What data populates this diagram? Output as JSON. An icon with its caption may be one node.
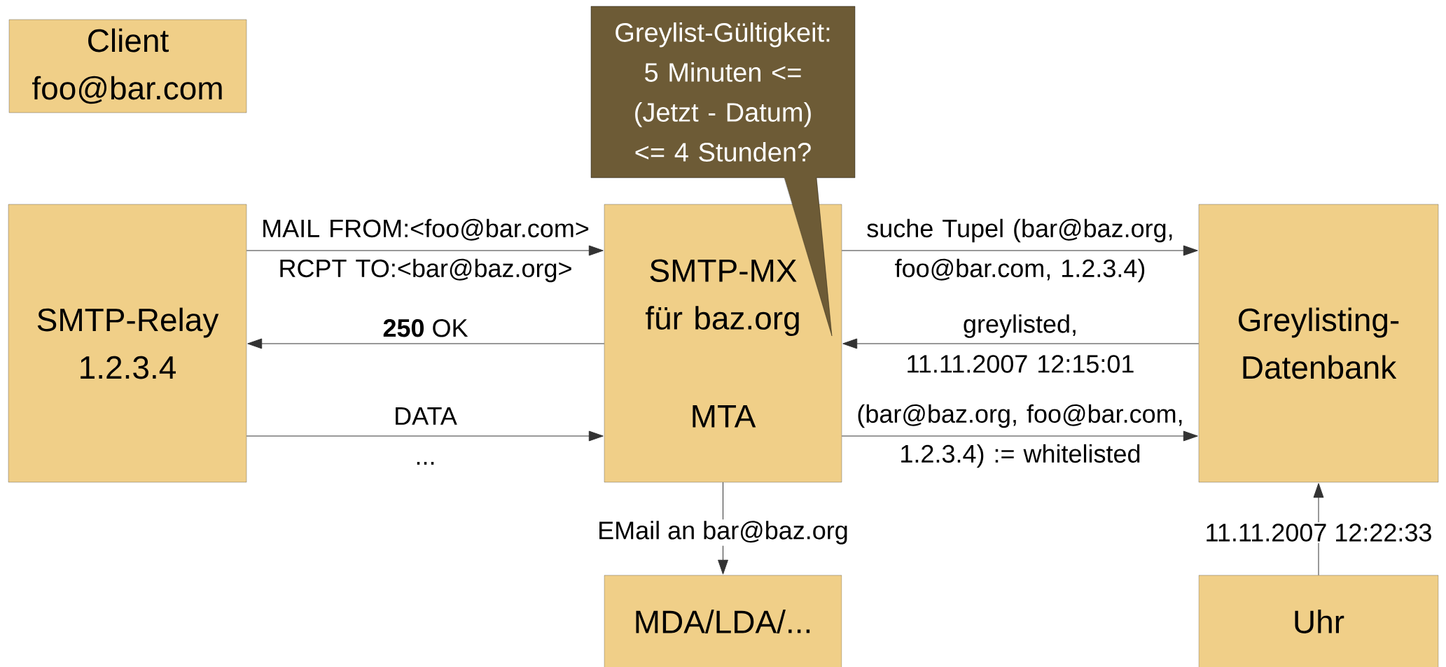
{
  "diagram": {
    "nodes": [
      {
        "text": [
          "Client",
          "foo@bar.com"
        ]
      },
      {
        "text": [
          "SMTP-Relay",
          "1.2.3.4"
        ]
      },
      {
        "text": [
          "SMTP-MX für baz.org",
          "MTA"
        ]
      },
      {
        "text": [
          "Greylisting-Datenbank"
        ]
      },
      {
        "text": [
          "MDA/LDA/..."
        ]
      },
      {
        "text": [
          "Uhr"
        ]
      },
      {
        "text": [
          "Greylist-Gültigkeit:",
          "5 Minuten <=",
          "(Jetzt - Datum)",
          "<= 4 Stunden?"
        ]
      }
    ],
    "edges": [
      {
        "from": 1,
        "to": 2,
        "arrow": "to",
        "label": "MAIL FROM:<foo@bar.com> RCPT TO:<bar@baz.org>"
      },
      {
        "from": 2,
        "to": 1,
        "arrow": "to",
        "label": "**250** OK"
      },
      {
        "from": 1,
        "to": 2,
        "arrow": "to",
        "label": "DATA ..."
      },
      {
        "from": 2,
        "to": 3,
        "arrow": "to",
        "label": "suche Tupel (bar@baz.org, foo@bar.com, 1.2.3.4)"
      },
      {
        "from": 3,
        "to": 2,
        "arrow": "to",
        "label": "greylisted, 11.11.2007 12:15:01"
      },
      {
        "from": 2,
        "to": 3,
        "arrow": "to",
        "label": "(bar@baz.org, foo@bar.com, 1.2.3.4) := whitelisted"
      },
      {
        "from": 2,
        "to": 4,
        "arrow": "to",
        "label": "EMail an bar@baz.org"
      },
      {
        "from": 5,
        "to": 3,
        "arrow": "to",
        "label": "11.11.2007 12:22:33"
      }
    ]
  }
}
